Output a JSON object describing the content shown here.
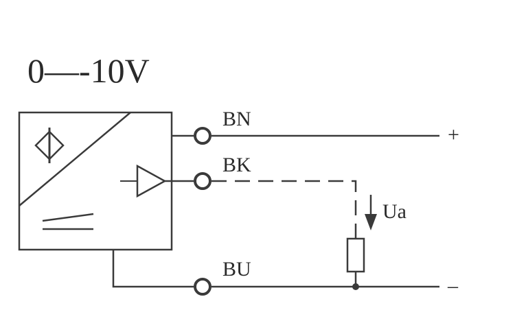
{
  "title": "0—-10V",
  "wires": {
    "brown": "BN",
    "black": "BK",
    "blue": "BU"
  },
  "terminals": {
    "plus": "+",
    "minus": "–"
  },
  "output_label": "Ua"
}
